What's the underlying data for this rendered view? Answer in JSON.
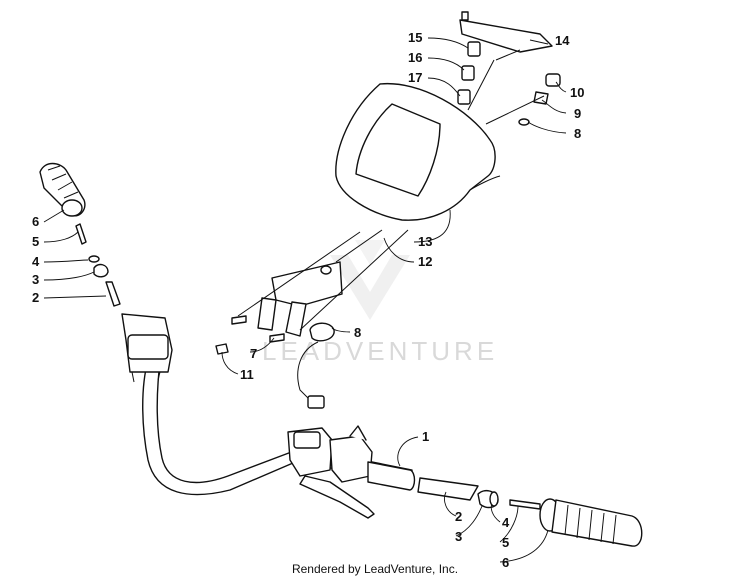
{
  "watermark": "LEADVENTURE",
  "credit": "Rendered by LeadVenture, Inc.",
  "callouts": [
    {
      "id": "c15",
      "text": "15"
    },
    {
      "id": "c16",
      "text": "16"
    },
    {
      "id": "c17",
      "text": "17"
    },
    {
      "id": "c14",
      "text": "14"
    },
    {
      "id": "c10",
      "text": "10"
    },
    {
      "id": "c9",
      "text": "9"
    },
    {
      "id": "c8a",
      "text": "8"
    },
    {
      "id": "c13",
      "text": "13"
    },
    {
      "id": "c12",
      "text": "12"
    },
    {
      "id": "c8b",
      "text": "8"
    },
    {
      "id": "c7",
      "text": "7"
    },
    {
      "id": "c11",
      "text": "11"
    },
    {
      "id": "c6a",
      "text": "6"
    },
    {
      "id": "c5a",
      "text": "5"
    },
    {
      "id": "c4a",
      "text": "4"
    },
    {
      "id": "c3a",
      "text": "3"
    },
    {
      "id": "c2a",
      "text": "2"
    },
    {
      "id": "c1",
      "text": "1"
    },
    {
      "id": "c2b",
      "text": "2"
    },
    {
      "id": "c3b",
      "text": "3"
    },
    {
      "id": "c4b",
      "text": "4"
    },
    {
      "id": "c5b",
      "text": "5"
    },
    {
      "id": "c6b",
      "text": "6"
    }
  ]
}
